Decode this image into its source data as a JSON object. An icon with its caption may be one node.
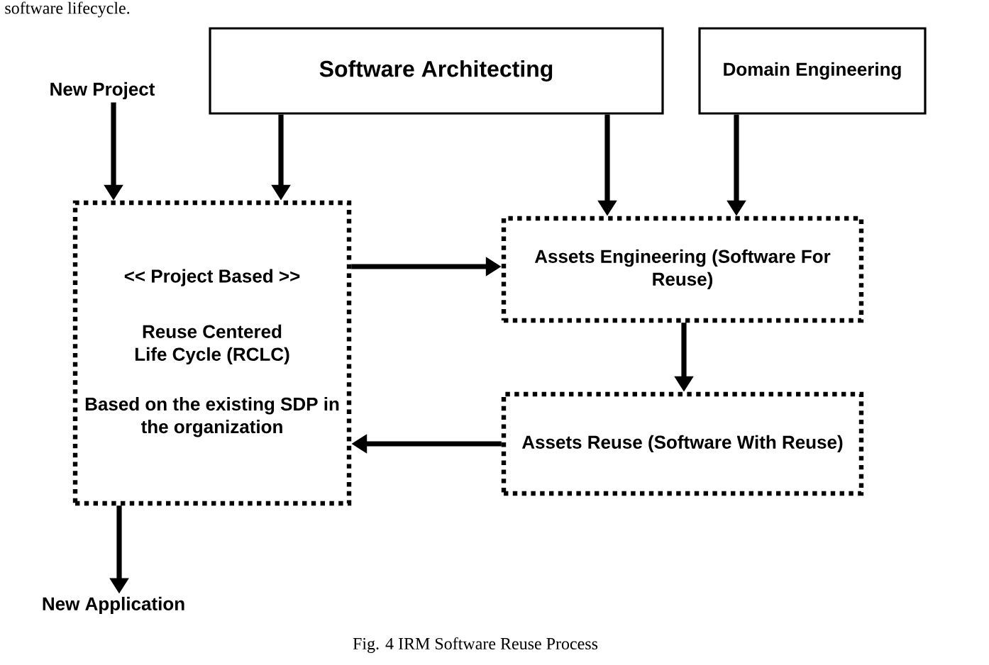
{
  "diagram": {
    "caption": "Fig. 4 IRM Software Reuse Process",
    "nodes": [
      {
        "text": [
          "New Project"
        ]
      },
      {
        "text": [
          "Software Architecting"
        ]
      },
      {
        "text": [
          "Domain Engineering"
        ]
      },
      {
        "text": [
          "<< Project Based >>",
          "Reuse Centered Life Cycle (RCLC)",
          "Based on the existing SDP in the organization"
        ]
      },
      {
        "text": [
          "Assets Engineering (Software For Reuse)"
        ]
      },
      {
        "text": [
          "Assets Reuse (Software With Reuse)"
        ]
      },
      {
        "text": [
          "New Application"
        ]
      }
    ],
    "edges": [
      {
        "from": 0,
        "to": 3,
        "arrow": "to"
      },
      {
        "from": 1,
        "to": 3,
        "arrow": "to"
      },
      {
        "from": 1,
        "to": 4,
        "arrow": "to"
      },
      {
        "from": 2,
        "to": 4,
        "arrow": "to"
      },
      {
        "from": 3,
        "to": 4,
        "arrow": "to"
      },
      {
        "from": 4,
        "to": 5,
        "arrow": "to"
      },
      {
        "from": 5,
        "to": 3,
        "arrow": "to"
      },
      {
        "from": 3,
        "to": 6,
        "arrow": "to"
      }
    ],
    "labels": [
      "software lifecycle."
    ]
  }
}
